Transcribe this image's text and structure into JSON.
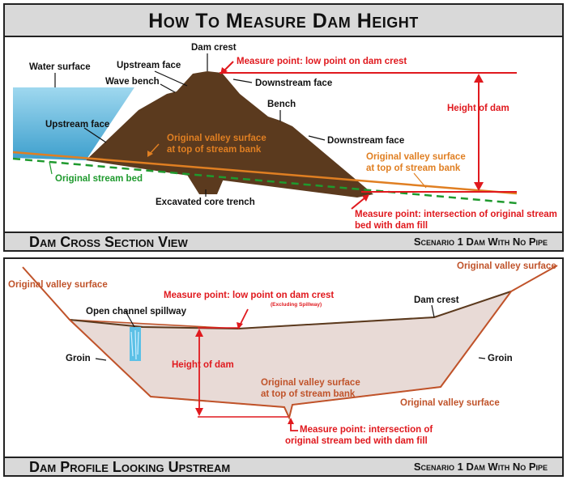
{
  "title": "How To Measure Dam Height",
  "cross_section": {
    "footer_title": "Dam Cross Section View",
    "footer_scenario": "Scenario 1 Dam With No Pipe",
    "labels": {
      "water_surface": "Water surface",
      "upstream_face_top": "Upstream face",
      "wave_bench": "Wave bench",
      "dam_crest": "Dam crest",
      "measure_crest": "Measure point: low point on dam crest",
      "downstream_face_top": "Downstream face",
      "bench": "Bench",
      "height_of_dam": "Height of dam",
      "upstream_face_left": "Upstream face",
      "valley_surface_1a": "Original valley surface",
      "valley_surface_1b": "at top of stream bank",
      "downstream_face_right": "Downstream face",
      "valley_surface_2a": "Original valley surface",
      "valley_surface_2b": "at top of stream bank",
      "stream_bed": "Original stream bed",
      "core_trench": "Excavated core trench",
      "measure_toe_a": "Measure point: intersection of original stream",
      "measure_toe_b": "bed with dam fill"
    }
  },
  "profile": {
    "footer_title": "Dam Profile Looking Upstream",
    "footer_scenario": "Scenario 1 Dam With No Pipe",
    "labels": {
      "valley_left": "Original valley surface",
      "valley_right": "Original valley surface",
      "measure_crest": "Measure point: low point on dam crest",
      "excluding_spillway": "(Excluding Spillway)",
      "dam_crest": "Dam crest",
      "spillway": "Open channel spillway",
      "groin_left": "Groin",
      "groin_right": "Groin",
      "height_of_dam": "Height of dam",
      "valley_mid_a": "Original valley surface",
      "valley_mid_b": "at top of stream bank",
      "valley_bottom": "Original valley surface",
      "measure_toe_a": "Measure point: intersection of",
      "measure_toe_b": "original stream bed with dam fill"
    }
  },
  "colors": {
    "dam_fill": "#5b3a1e",
    "water": "#5cb8dc",
    "measure_red": "#e0191e",
    "valley_orange": "#e07f22",
    "stream_green": "#1f9a2e",
    "profile_fill": "#e8dad6",
    "profile_outline": "#c0532a"
  }
}
